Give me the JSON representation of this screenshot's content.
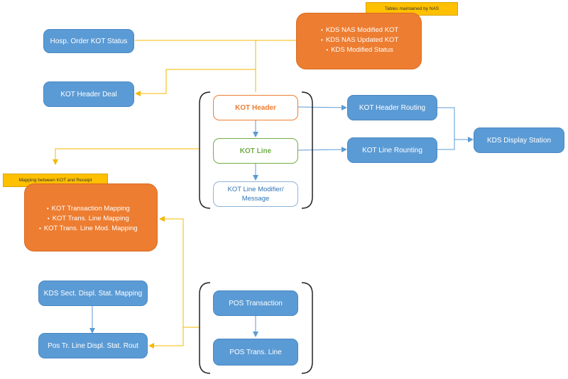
{
  "nodes": {
    "hosp_order_kot_status": "Hosp. Order KOT Status",
    "kot_header_deal": "KOT Header Deal",
    "kot_header": "KOT Header",
    "kot_line": "KOT Line",
    "kot_line_modifier_message": "KOT Line Modifier/ Message",
    "kot_header_routing": "KOT Header Routing",
    "kot_line_rounting": "KOT Line Rounting",
    "kds_display_station": "KDS Display Station",
    "kds_sect_displ_stat_mapping": "KDS Sect. Displ. Stat. Mapping",
    "pos_tr_line_displ_stat_rout": "Pos Tr. Line Displ. Stat. Rout",
    "pos_transaction": "POS Transaction",
    "pos_trans_line": "POS Trans. Line"
  },
  "nas_tables": {
    "tag": "Tables maintained by NAS",
    "items": [
      "KDS NAS Modified KOT",
      "KDS NAS Updated KOT",
      "KDS Modified Status"
    ]
  },
  "mapping": {
    "tag": "Mapping between KOT and Receipt",
    "items": [
      "KOT Transaction Mapping",
      "KOT Trans. Line Mapping",
      "KOT Trans. Line Mod. Mapping"
    ]
  },
  "colors": {
    "blue": "#5b9bd5",
    "orange": "#ed7d31",
    "green": "#70ad47",
    "yellow": "#ffc000",
    "blue_wire": "#5b9bd5",
    "yellow_wire": "#f5b800"
  }
}
